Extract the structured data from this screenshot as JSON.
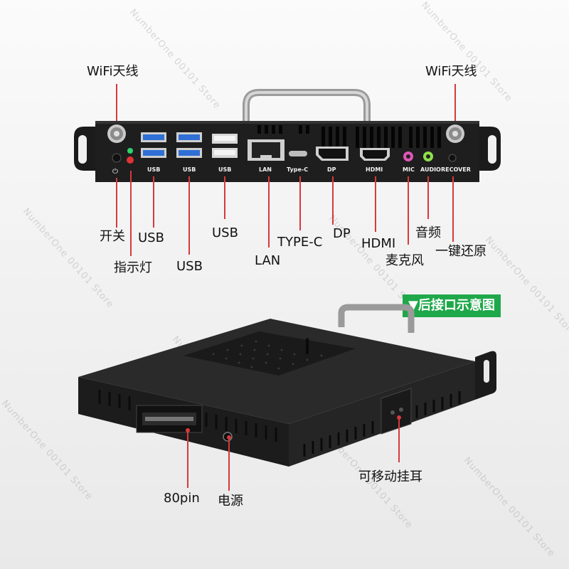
{
  "watermark": "NumberOne 00101 Store",
  "banner": "▼后接口示意图",
  "labels": {
    "wifi_left": "WiFi天线",
    "wifi_right": "WiFi天线",
    "power_switch": "开关",
    "indicator": "指示灯",
    "usb_1": "USB",
    "usb_2": "USB",
    "usb_3": "USB",
    "lan": "LAN",
    "typec": "TYPE-C",
    "dp": "DP",
    "hdmi": "HDMI",
    "mic": "麦克风",
    "audio": "音频",
    "recover": "一键还原",
    "pin80": "80pin",
    "power": "电源",
    "ear": "可移动挂耳"
  },
  "panel_marks": {
    "usb_a": "USB",
    "usb_b": "USB",
    "usb_c": "USB",
    "lan": "LAN",
    "typec": "Type-C",
    "dp": "DP",
    "hdmi": "HDMI",
    "mic": "MIC",
    "audio": "AUDIO",
    "recover": "RECOVER"
  },
  "colors": {
    "accent_line": "#d8393b",
    "banner_bg": "#1fa84a",
    "usb3_blue": "#2f6fd6"
  }
}
